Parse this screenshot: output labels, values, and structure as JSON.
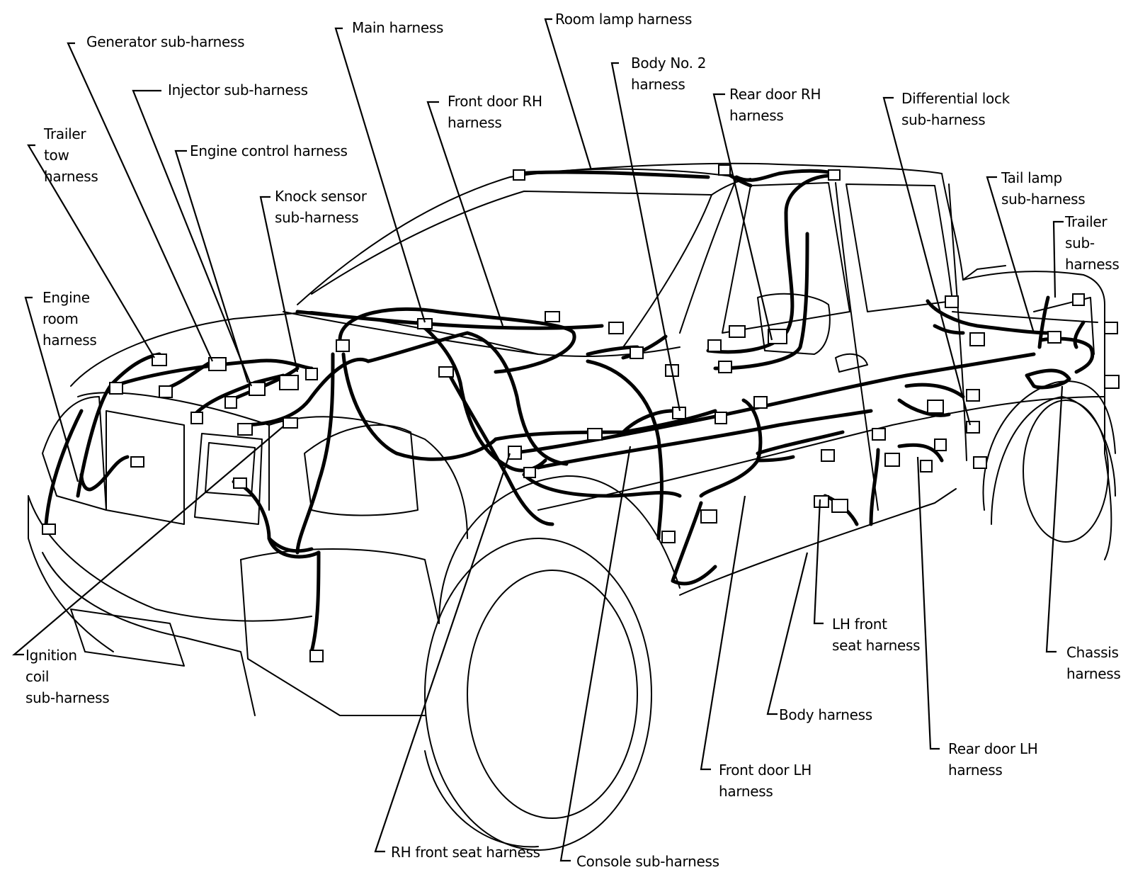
{
  "labels": [
    {
      "id": "room-lamp-harness",
      "lines": [
        "Room lamp harness"
      ]
    },
    {
      "id": "main-harness",
      "lines": [
        "Main harness"
      ]
    },
    {
      "id": "generator-sub-harness",
      "lines": [
        "Generator sub-harness"
      ]
    },
    {
      "id": "body-no2-harness",
      "lines": [
        "Body No. 2",
        "harness"
      ]
    },
    {
      "id": "injector-sub-harness",
      "lines": [
        "Injector sub-harness"
      ]
    },
    {
      "id": "rear-door-rh-harness",
      "lines": [
        "Rear door RH",
        "harness"
      ]
    },
    {
      "id": "front-door-rh-harness",
      "lines": [
        "Front door RH",
        "harness"
      ]
    },
    {
      "id": "differential-lock-sub-harness",
      "lines": [
        "Differential lock",
        "sub-harness"
      ]
    },
    {
      "id": "trailer-tow-harness",
      "lines": [
        "Trailer",
        "tow",
        "harness"
      ]
    },
    {
      "id": "engine-control-harness",
      "lines": [
        "Engine control harness"
      ]
    },
    {
      "id": "tail-lamp-sub-harness",
      "lines": [
        "Tail lamp",
        "sub-harness"
      ]
    },
    {
      "id": "knock-sensor-sub-harness",
      "lines": [
        "Knock sensor",
        "sub-harness"
      ]
    },
    {
      "id": "trailer-sub-harness",
      "lines": [
        "Trailer",
        "sub-",
        "harness"
      ]
    },
    {
      "id": "engine-room-harness",
      "lines": [
        "Engine",
        "room",
        "harness"
      ]
    },
    {
      "id": "ignition-coil-sub-harness",
      "lines": [
        "Ignition",
        "coil",
        "sub-harness"
      ]
    },
    {
      "id": "lh-front-seat-harness",
      "lines": [
        "LH front",
        "seat harness"
      ]
    },
    {
      "id": "chassis-harness",
      "lines": [
        "Chassis",
        "harness"
      ]
    },
    {
      "id": "body-harness",
      "lines": [
        "Body harness"
      ]
    },
    {
      "id": "rear-door-lh-harness",
      "lines": [
        "Rear door LH",
        "harness"
      ]
    },
    {
      "id": "front-door-lh-harness",
      "lines": [
        "Front door LH",
        "harness"
      ]
    },
    {
      "id": "rh-front-seat-harness",
      "lines": [
        "RH front seat harness"
      ]
    },
    {
      "id": "console-sub-harness",
      "lines": [
        "Console sub-harness"
      ]
    }
  ]
}
